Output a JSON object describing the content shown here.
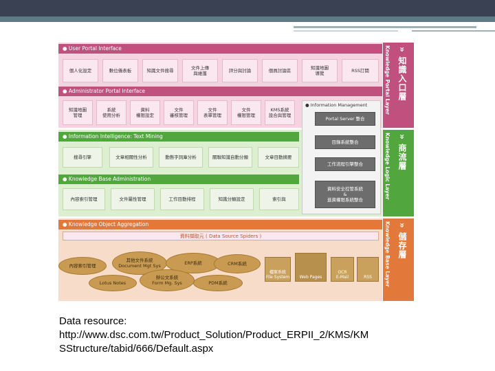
{
  "portal": {
    "header": "● User Portal Interface",
    "boxes": [
      "個人化設定",
      "數位儀表板",
      "知識文件搜尋",
      "文件上傳\n與維護",
      "評分與討論",
      "個員討論區",
      "知識地圖\n導覽",
      "RSS訂閱"
    ],
    "admin_header": "● Administrator Portal Interface",
    "admin_boxes": [
      "知識地圖\n管理",
      "系統\n使用分析",
      "資料\n權限設定",
      "文件\n審核管理",
      "文件\n表單管理",
      "文件\n權限管理",
      "KMS系統\n設合與管理"
    ]
  },
  "im": {
    "title": "● Information Management",
    "boxes": [
      "Portal Server 整合",
      "目錄系統整合",
      "工作流程引擎整合",
      "資料安全控管系統\n&\n進資權限系統整合"
    ]
  },
  "logic": {
    "header": "● Information Intelligence: Text Mining",
    "boxes": [
      "搜尋引擎",
      "文章相關性分析",
      "動態字詞庫分析",
      "關聯知識自動分類",
      "文章目動摘要"
    ],
    "kb_header": "● Knowledge Base Administration",
    "kb_boxes": [
      "內容索引管理",
      "文件屬性管理",
      "工作目動排程",
      "知識分類設定",
      "索引與"
    ]
  },
  "base": {
    "header": "● Knowledge Object Aggregation",
    "spider": "資料擷取元 ( Data Source Spiders )",
    "disks": [
      "其他文件系統\nDocument Mgt Sys",
      "ERP系統",
      "CRM系統",
      "內容索引管理",
      "Lotus Notes",
      "辦公文系統\nForm Mg. Sys",
      "PDM系統"
    ],
    "stores": [
      "檔案系統\nFile System",
      "Web Pages",
      "OCR\nE-Mail",
      "RSS"
    ]
  },
  "layers": [
    {
      "en": "Knowledge Portal Layer",
      "zh": "» 知識入口層"
    },
    {
      "en": "Knowledge Logic Layer",
      "zh": "» 商流層"
    },
    {
      "en": "Knowledge Base Layer",
      "zh": "» 儲存層"
    }
  ],
  "caption": {
    "line1": "Data resource:",
    "line2": "http://www.dsc.com.tw/Product_Solution/Product_ERPII_2/KMS/KM",
    "line3": "SStructure/tabid/666/Default.aspx"
  },
  "colors": {
    "portal": "#c0507e",
    "logic": "#52a63e",
    "base": "#e2793a",
    "im": "#6d6d6d"
  }
}
